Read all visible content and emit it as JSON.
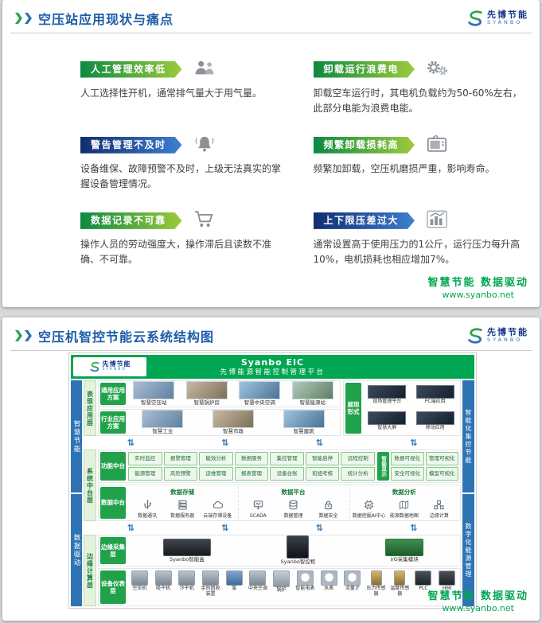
{
  "brand": {
    "logo_cn": "先博节能",
    "logo_en": "SYANBO",
    "slogan": "智慧节能 数据驱动",
    "url": "www.syanbo.net",
    "color_green": "#00a651",
    "color_blue": "#2e74b5",
    "color_title_blue": "#1c5ca8"
  },
  "slide1": {
    "title": "空压站应用现状与痛点",
    "pain_points": [
      {
        "badge": "人工管理效率低",
        "variant": "green",
        "icon": "workers-icon",
        "desc": "人工选择性开机，通常排气量大于用气量。"
      },
      {
        "badge": "卸载运行浪费电",
        "variant": "green",
        "icon": "gears-icon",
        "desc": "卸载空车运行时，其电机负载约为50-60%左右，此部分电能为浪费电能。"
      },
      {
        "badge": "警告管理不及时",
        "variant": "blue",
        "icon": "alarm-icon",
        "desc": "设备维保、故障预警不及时，上级无法真实的掌握设备管理情况。"
      },
      {
        "badge": "频繁卸载损耗高",
        "variant": "green",
        "icon": "tv-icon",
        "desc": "频繁加卸载，空压机磨损严重，影响寿命。"
      },
      {
        "badge": "数据记录不可靠",
        "variant": "green",
        "icon": "cart-icon",
        "desc": "操作人员的劳动强度大，操作滞后且读数不准确、不可靠。"
      },
      {
        "badge": "上下限压差过大",
        "variant": "blue",
        "icon": "chart-icon",
        "desc": "通常设置高于使用压力的1公斤，运行压力每升高10%，电机损耗也相应增加7%。"
      }
    ]
  },
  "slide2": {
    "title": "空压机智控节能云系统结构图",
    "platform": {
      "name": "Syanbo EIC",
      "subtitle": "先博能源智能控制管理平台"
    },
    "left_rails": {
      "top": "智慧节能",
      "bottom": "数据驱动"
    },
    "right_rails": {
      "top": "智能化集控节能",
      "bottom": "数字化能源管理"
    },
    "presentation": {
      "label": "表现应用层",
      "general": {
        "label": "通用应用方案",
        "tiles": [
          "智慧空压站",
          "智慧锅炉房",
          "智慧中央空调",
          "智慧能源站"
        ]
      },
      "industry": {
        "label": "行业应用方案",
        "tiles": [
          "智慧工业",
          "智慧市政",
          "智慧建筑"
        ]
      },
      "display": {
        "label": "展现形式",
        "tiles": [
          "现场管理平台",
          "PC端应用",
          "智慧大屏",
          "移动应用"
        ]
      }
    },
    "middle": {
      "label": "系统中台层",
      "function": {
        "label": "功能中台",
        "boxes": [
          "实时监控",
          "报警管理",
          "能效分析",
          "数据服务",
          "集控管理",
          "智能启停",
          "远程控制",
          "能源管理",
          "风险预警",
          "运维管理",
          "报表管理",
          "设备台账",
          "班组考核",
          "统计分析"
        ],
        "display": {
          "label": "智能显示",
          "boxes": [
            "数据可视化",
            "管理可视化",
            "安全可视化",
            "模型可视化"
          ]
        }
      },
      "data": {
        "label": "数据中台",
        "sections": [
          {
            "title": "数据存储",
            "items": [
              {
                "icon": "usb-icon",
                "label": "数据通讯"
              },
              {
                "icon": "server-icon",
                "label": "数据服务器"
              },
              {
                "icon": "cloud-icon",
                "label": "云端存储设备"
              }
            ]
          },
          {
            "title": "数据平台",
            "items": [
              {
                "icon": "scada-icon",
                "label": "SCADA"
              },
              {
                "icon": "database-icon",
                "label": "数据管理"
              },
              {
                "icon": "lock-icon",
                "label": "数据安全"
              }
            ]
          },
          {
            "title": "数据分析",
            "items": [
              {
                "icon": "ai-icon",
                "label": "数据挖掘AI中心"
              },
              {
                "icon": "map-icon",
                "label": "能源数据地图"
              },
              {
                "icon": "edge-icon",
                "label": "边缘计算"
              }
            ]
          }
        ]
      }
    },
    "edge": {
      "label": "边缘计算层",
      "collect": {
        "label": "边缘采集层",
        "devices": [
          "Syanbo智能盒",
          "Syanbo智控柜",
          "I/O采集模块"
        ]
      },
      "instruments": {
        "label": "设备仪表层",
        "devices": [
          "空压机",
          "吸干机",
          "冷干机",
          "余热回收装置",
          "泵",
          "中央空调",
          "锅炉",
          "智能电表",
          "水表",
          "流量计",
          "压力传感器",
          "温度传感器",
          "PLC",
          "HMI"
        ]
      }
    }
  }
}
